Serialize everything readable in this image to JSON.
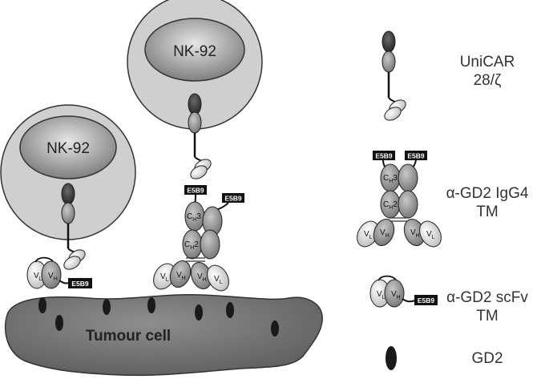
{
  "cells": {
    "nk_cell_left": "NK-92",
    "nk_cell_right": "NK-92",
    "tumour_cell": "Tumour cell"
  },
  "tags": {
    "e5b9": "E5B9"
  },
  "domains": {
    "vl_main": "V",
    "vl_sub": "L",
    "vh_main": "V",
    "vh_sub": "H",
    "ch3_main": "C",
    "ch3_sub": "H",
    "ch3_num": "3",
    "ch2_main": "C",
    "ch2_sub": "H",
    "ch2_num": "2"
  },
  "legend": {
    "unicar_line1": "UniCAR",
    "unicar_line2": "28/ζ",
    "igg4_line1": "α-GD2 IgG4",
    "igg4_line2": "TM",
    "scfv_line1": "α-GD2 scFv",
    "scfv_line2": "TM",
    "gd2": "GD2"
  },
  "colors": {
    "cell_outer": "#cfcfcf",
    "nucleus_dark": "#8a8a8a",
    "nucleus_light": "#dcdcdc",
    "tumour": "#7a7a7a",
    "domain_dark": "#3a3a3a",
    "domain_mid": "#8c8c8c",
    "tag_bg": "#111111",
    "text": "#333333"
  }
}
